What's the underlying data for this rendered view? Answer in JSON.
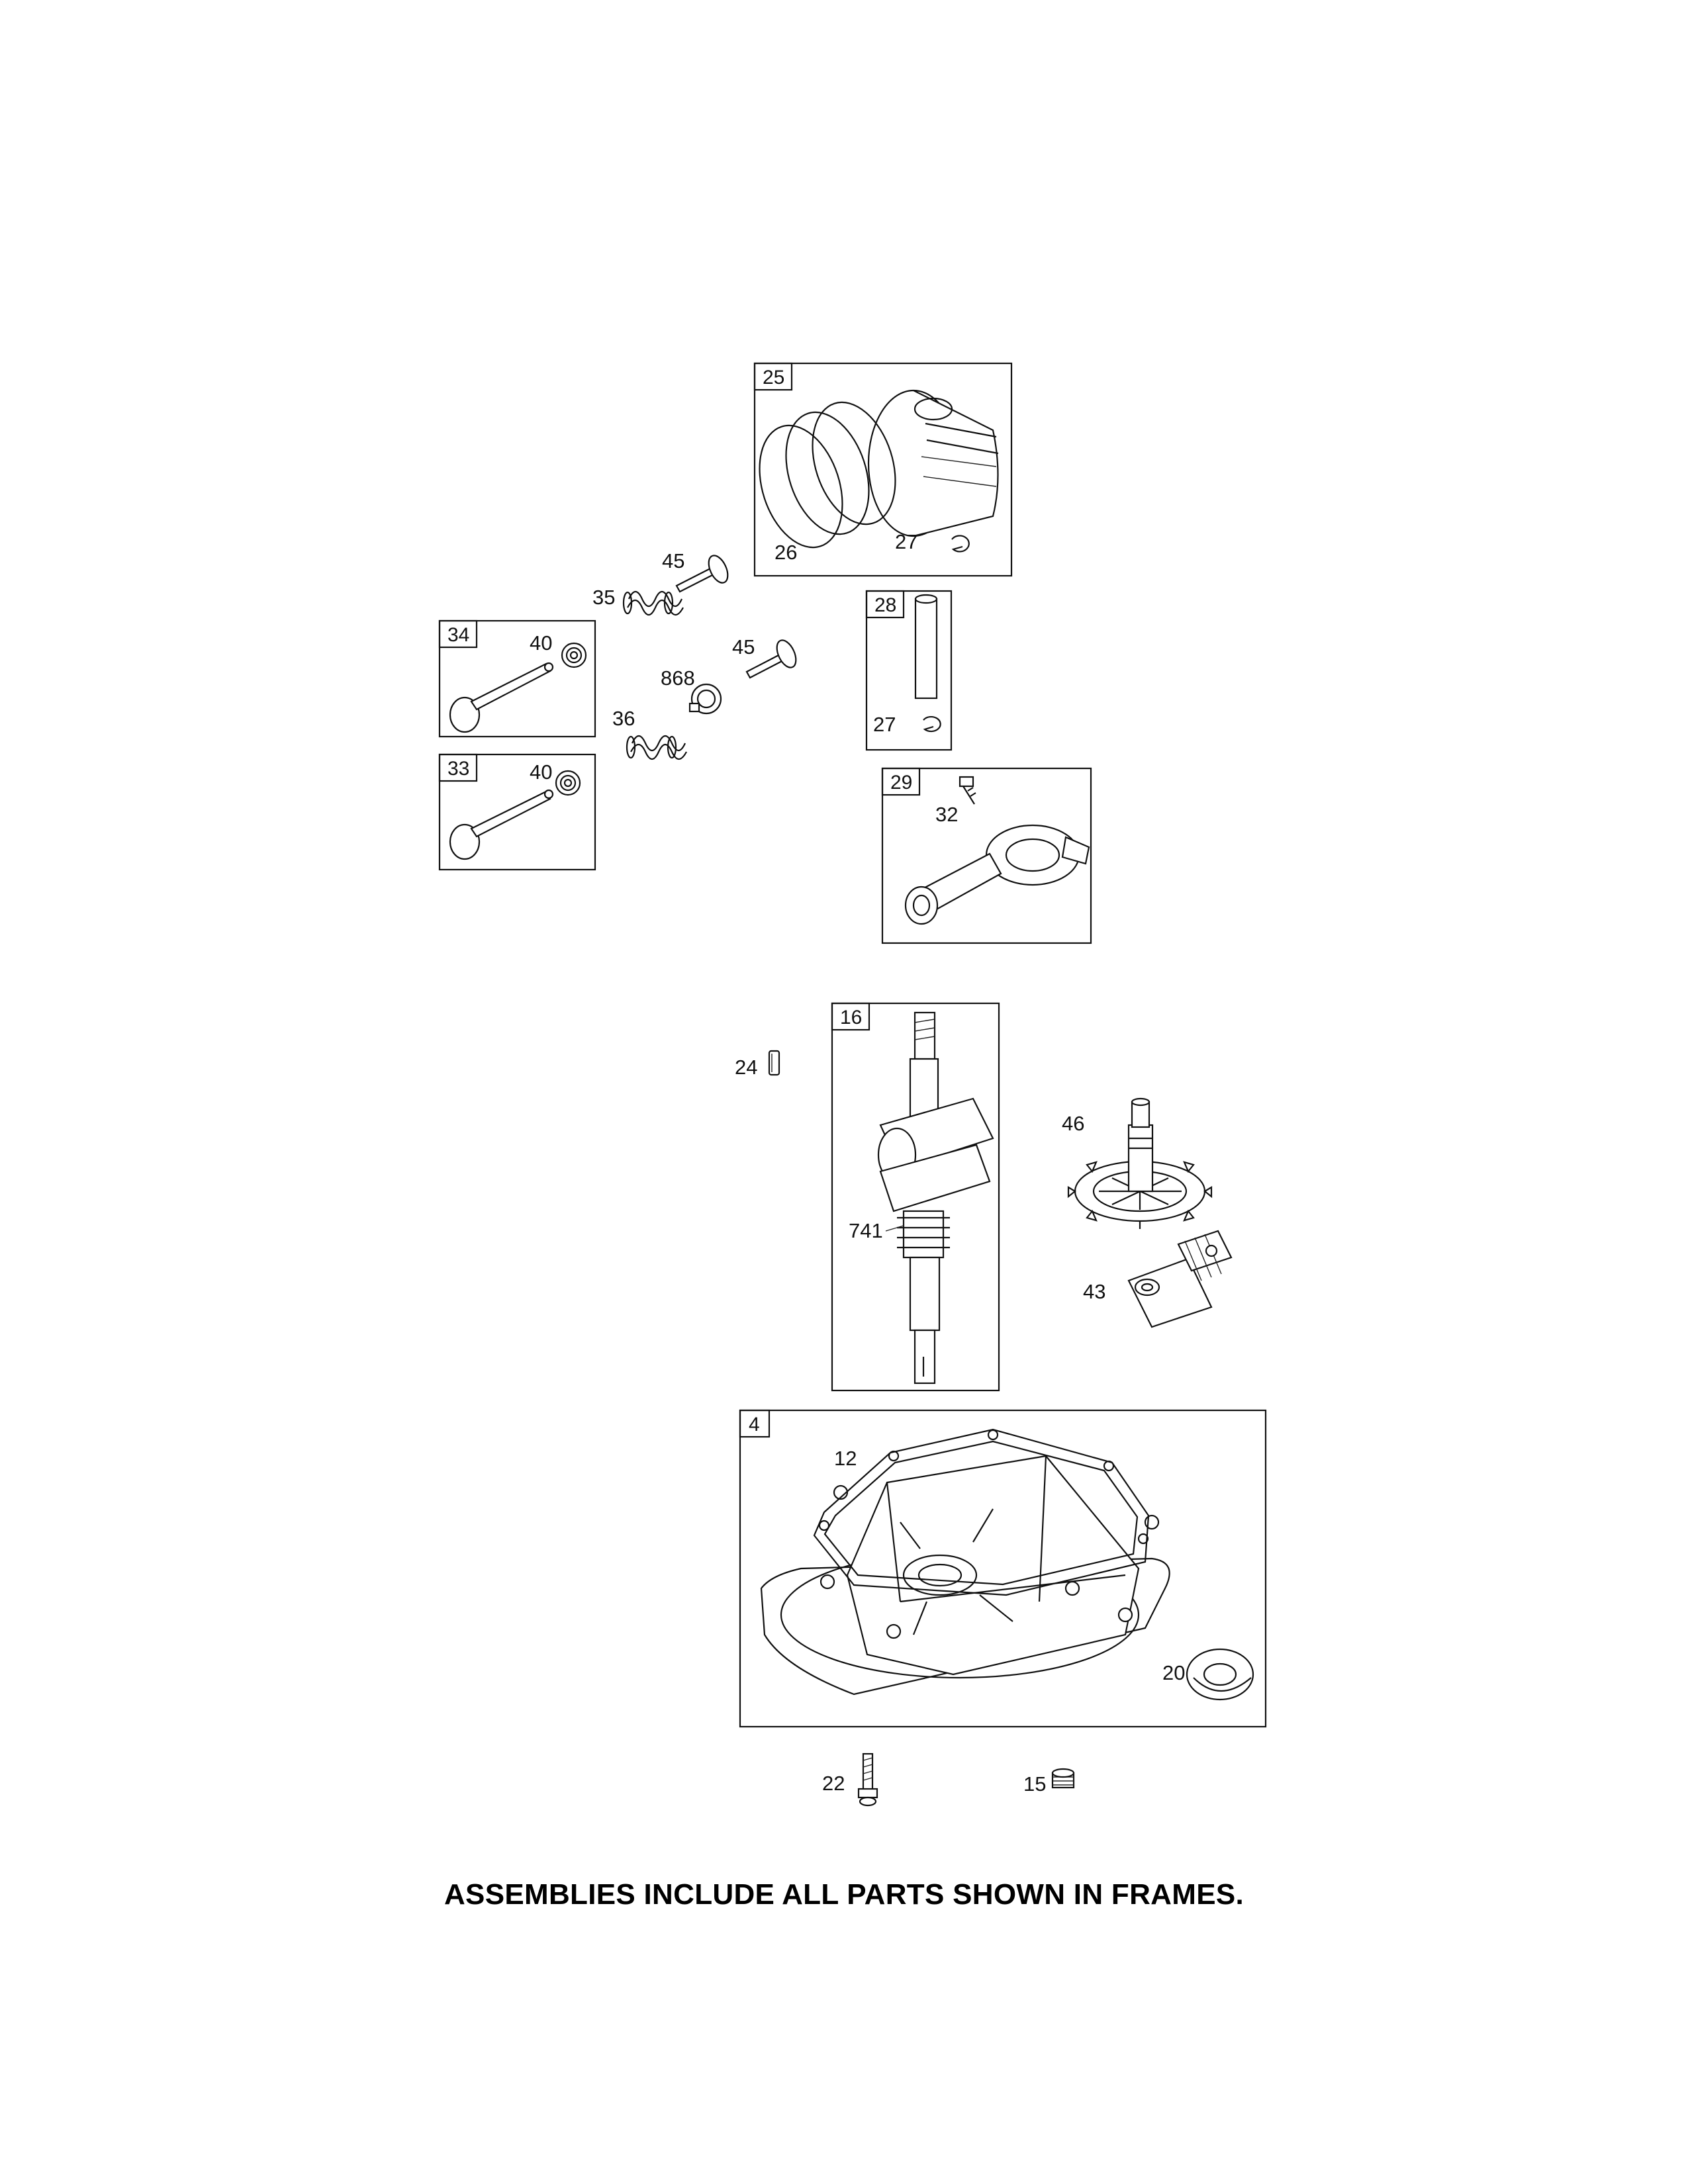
{
  "caption": "ASSEMBLIES INCLUDE ALL PARTS SHOWN IN FRAMES.",
  "frames": [
    {
      "id": "25",
      "label": "25",
      "items": [
        "26",
        "27"
      ]
    },
    {
      "id": "28",
      "label": "28",
      "items": [
        "27"
      ]
    },
    {
      "id": "29",
      "label": "29",
      "items": [
        "32"
      ]
    },
    {
      "id": "34",
      "label": "34",
      "items": [
        "40"
      ]
    },
    {
      "id": "33",
      "label": "33",
      "items": [
        "40"
      ]
    },
    {
      "id": "16",
      "label": "16",
      "items": [
        "741"
      ]
    },
    {
      "id": "4",
      "label": "4",
      "items": [
        "12",
        "20"
      ]
    }
  ],
  "labels": {
    "f25_26": "26",
    "f25_27": "27",
    "f28_27": "27",
    "f29_32": "32",
    "f34_40": "40",
    "f33_40": "40",
    "f16_741": "741",
    "f4_12": "12",
    "f4_20": "20",
    "free_45a": "45",
    "free_35": "35",
    "free_45b": "45",
    "free_868": "868",
    "free_36": "36",
    "free_24": "24",
    "free_46": "46",
    "free_43": "43",
    "free_22": "22",
    "free_15": "15"
  }
}
